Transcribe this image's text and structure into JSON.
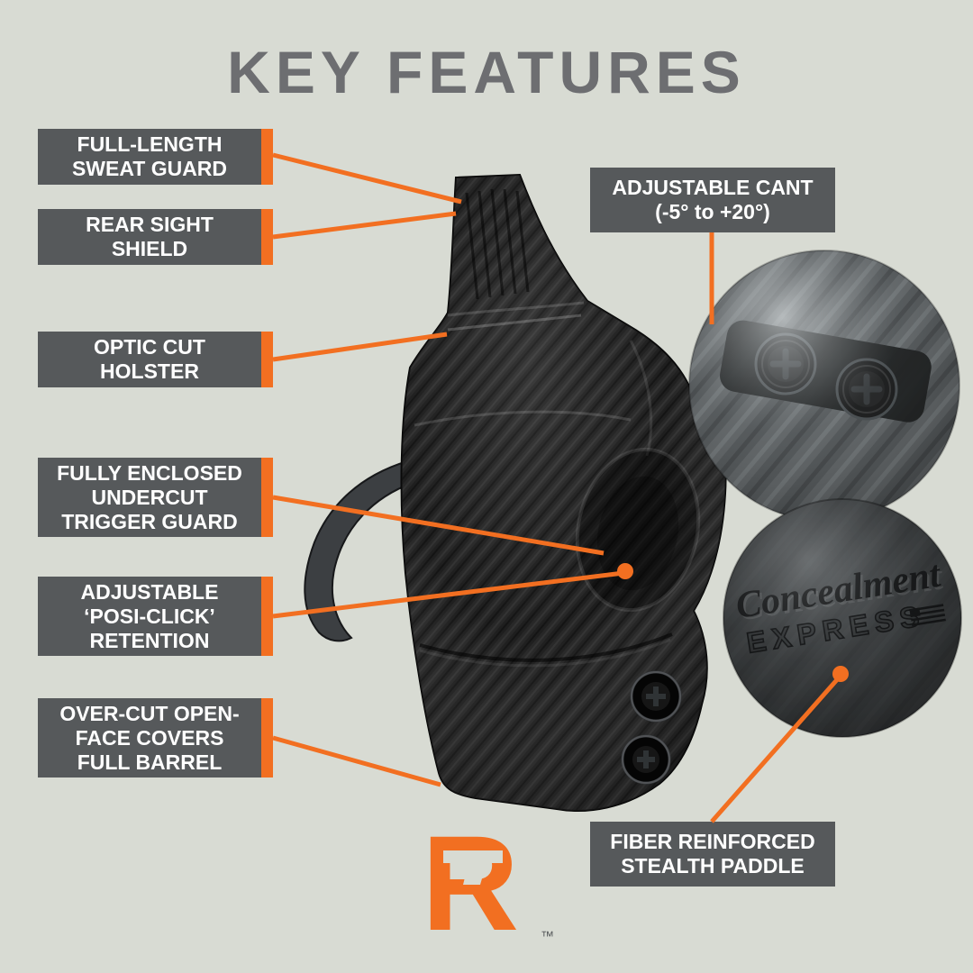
{
  "title": "KEY FEATURES",
  "colors": {
    "background": "#d8dbd3",
    "accent": "#f26f21",
    "box": "#56595b",
    "title": "#6d6e71"
  },
  "callouts_left": [
    {
      "label": "FULL-LENGTH\nSWEAT GUARD"
    },
    {
      "label": "REAR SIGHT\nSHIELD"
    },
    {
      "label": "OPTIC CUT\nHOLSTER"
    },
    {
      "label": "FULLY ENCLOSED\nUNDERCUT\nTRIGGER GUARD"
    },
    {
      "label": "ADJUSTABLE\n‘POSI-CLICK’\nRETENTION"
    },
    {
      "label": "OVER-CUT OPEN-\nFACE COVERS\nFULL BARREL"
    }
  ],
  "callouts_right": [
    {
      "label": "ADJUSTABLE CANT\n(-5° to +20°)"
    },
    {
      "label": "FIBER REINFORCED\nSTEALTH PADDLE"
    }
  ],
  "inset_logo": {
    "line1": "Concealment",
    "line2": "EXPRESS"
  },
  "brand": {
    "letter": "R",
    "trademark": "™"
  }
}
